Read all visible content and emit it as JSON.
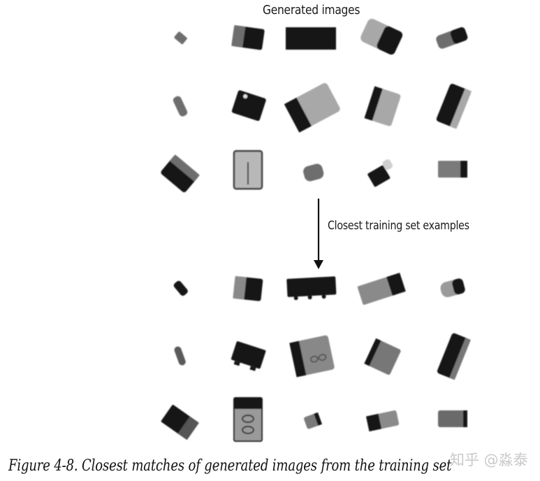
{
  "figure": {
    "generated_label": "Generated images",
    "closest_label": "Closest training set examples",
    "caption": "Figure 4-8. Closest matches of generated images from the training set",
    "watermark": "知乎 @淼泰",
    "grid_rows": 3,
    "grid_cols": 5
  },
  "generated_images": [
    {
      "description_icon": "brick-image"
    },
    {
      "description_icon": "brick-image"
    },
    {
      "description_icon": "brick-image"
    },
    {
      "description_icon": "brick-image"
    },
    {
      "description_icon": "brick-image"
    },
    {
      "description_icon": "brick-image"
    },
    {
      "description_icon": "brick-image"
    },
    {
      "description_icon": "brick-image"
    },
    {
      "description_icon": "brick-image"
    },
    {
      "description_icon": "brick-image"
    },
    {
      "description_icon": "brick-image"
    },
    {
      "description_icon": "brick-image"
    },
    {
      "description_icon": "brick-image"
    },
    {
      "description_icon": "brick-image"
    },
    {
      "description_icon": "brick-image"
    }
  ],
  "training_images": [
    {
      "description_icon": "brick-image"
    },
    {
      "description_icon": "brick-image"
    },
    {
      "description_icon": "brick-image"
    },
    {
      "description_icon": "brick-image"
    },
    {
      "description_icon": "brick-image"
    },
    {
      "description_icon": "brick-image"
    },
    {
      "description_icon": "brick-image"
    },
    {
      "description_icon": "brick-image"
    },
    {
      "description_icon": "brick-image"
    },
    {
      "description_icon": "brick-image"
    },
    {
      "description_icon": "brick-image"
    },
    {
      "description_icon": "brick-image"
    },
    {
      "description_icon": "brick-image"
    },
    {
      "description_icon": "brick-image"
    },
    {
      "description_icon": "brick-image"
    }
  ],
  "colors": {
    "dark": "#141414",
    "mid": "#6e6e6e",
    "light": "#a8a8a8",
    "text": "#1a1a1a",
    "watermark": "#c9c9c9"
  }
}
